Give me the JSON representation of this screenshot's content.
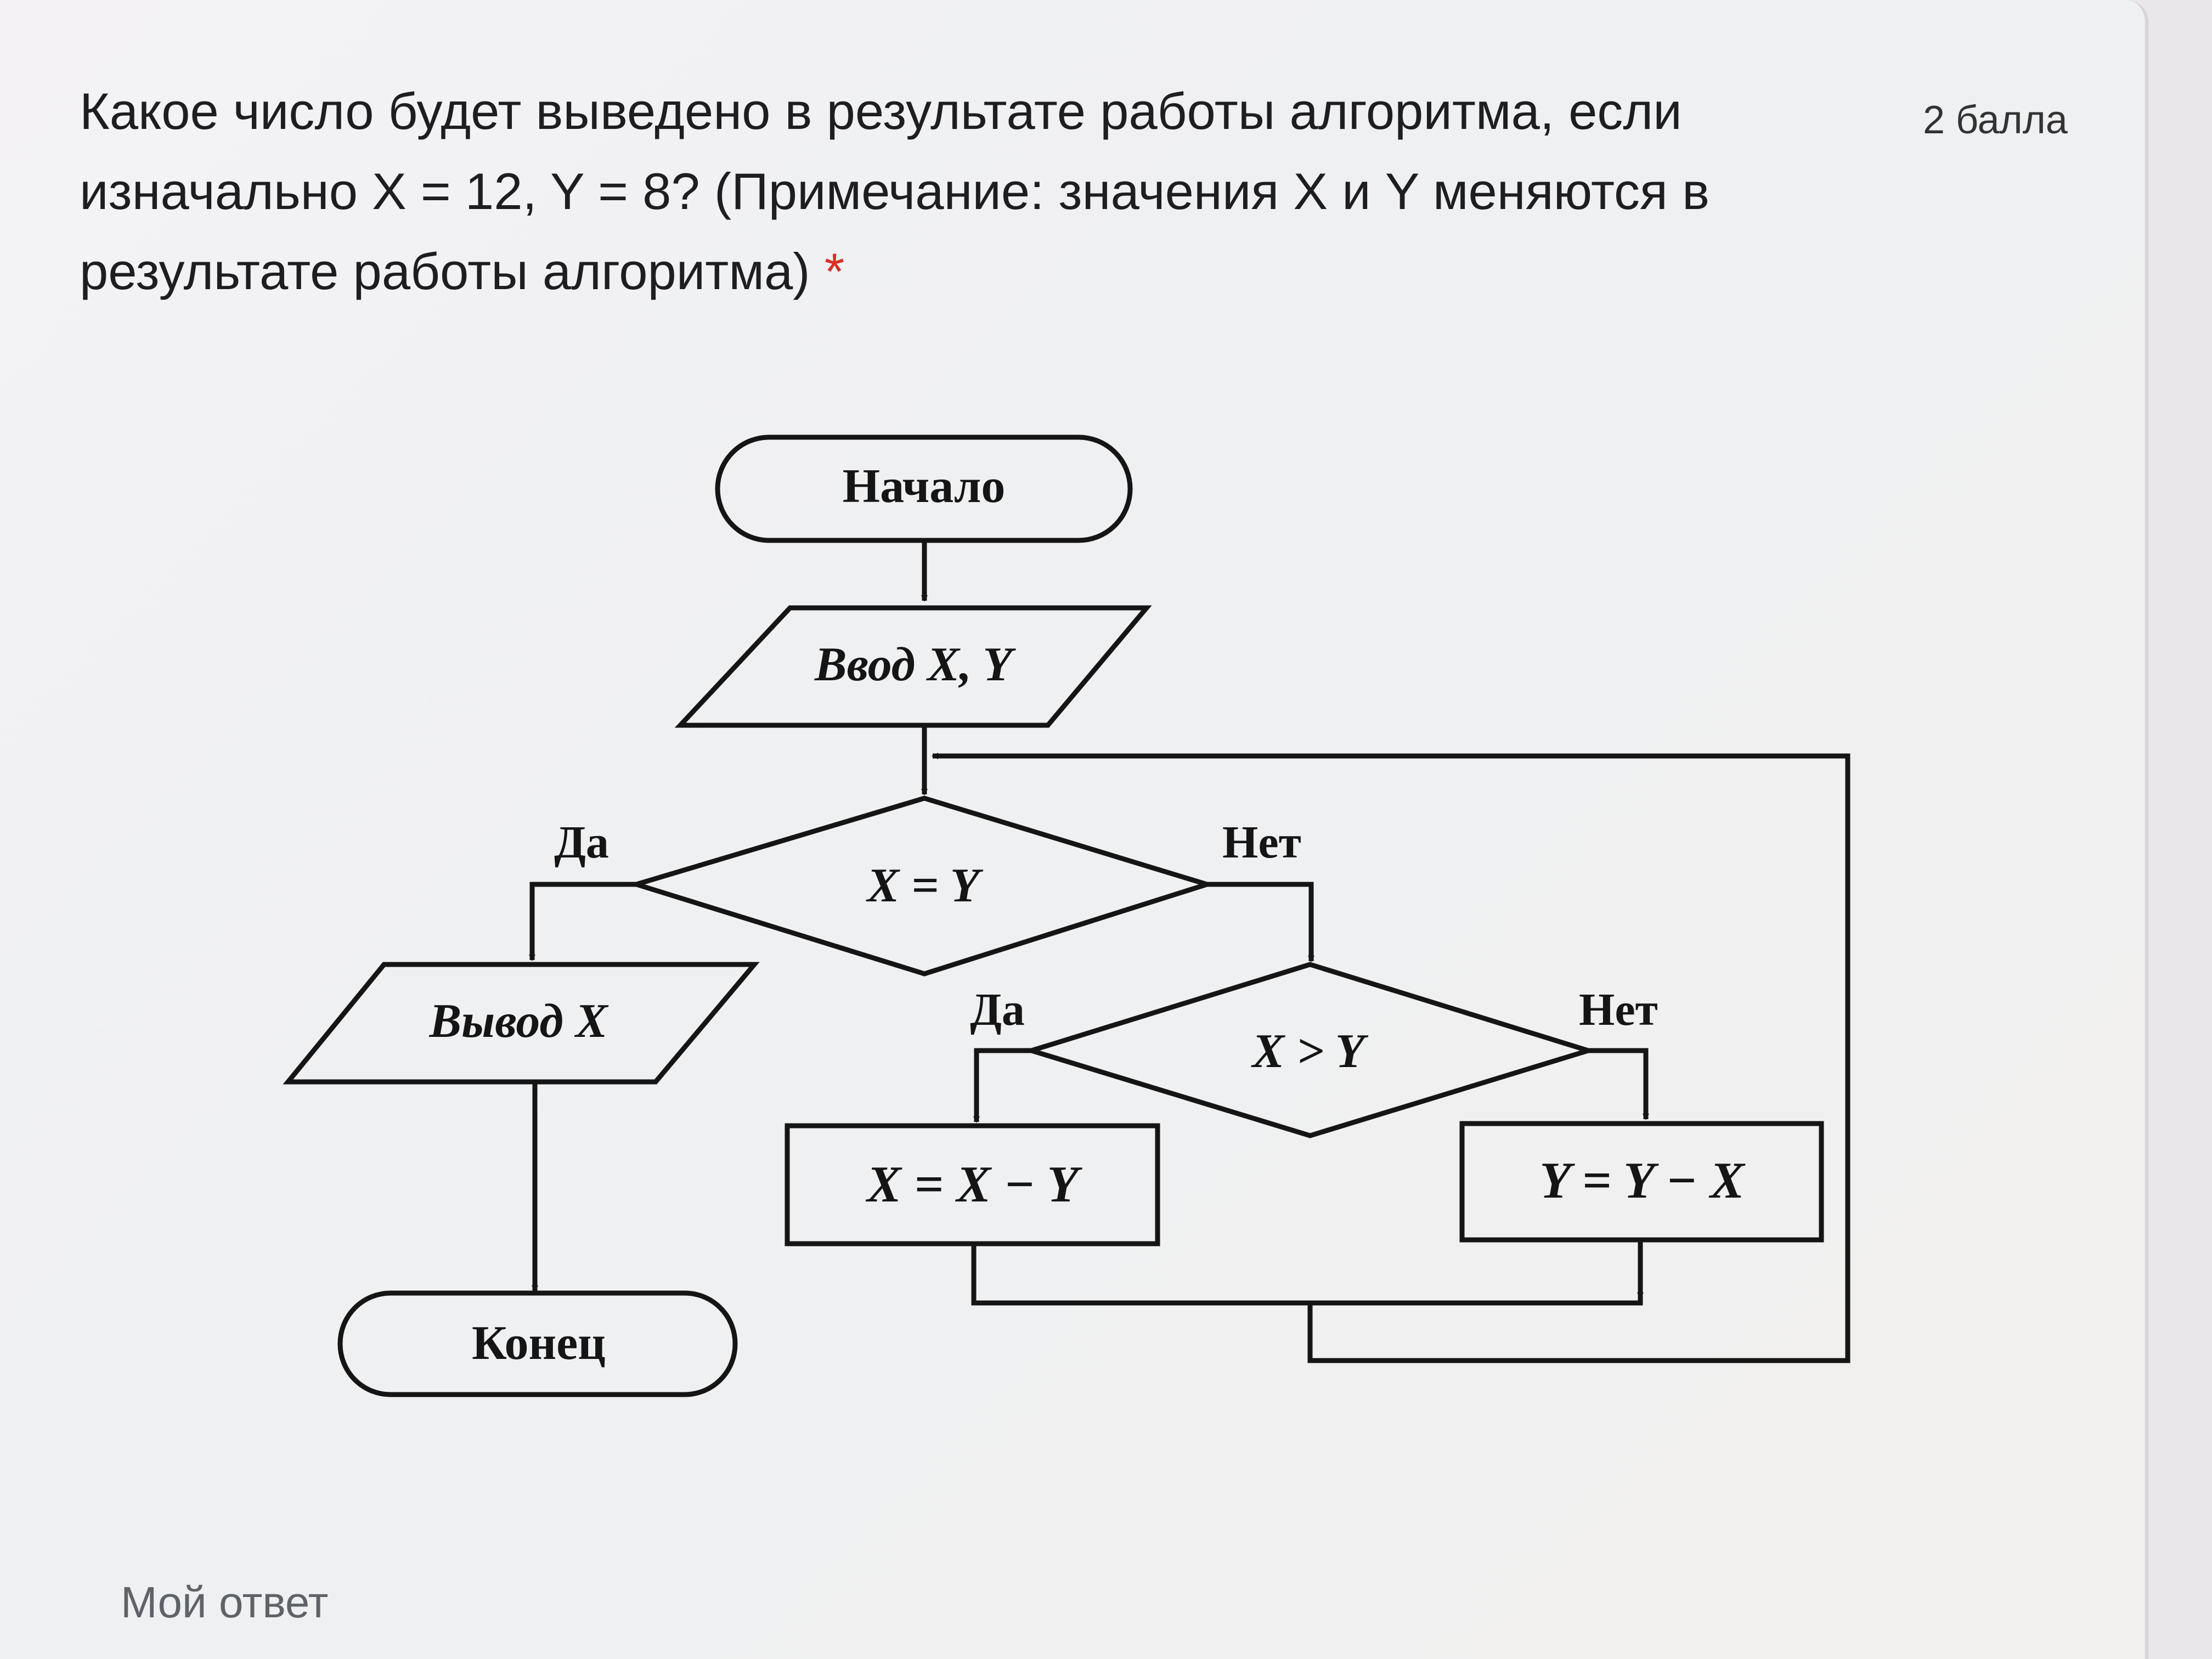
{
  "question": {
    "text": "Какое число будет выведено в результате работы алгоритма, если изначально X = 12, Y = 8? (Примечание: значения X и Y меняются в результате работы алгоритма)",
    "required_mark": "*",
    "points": "2 балла"
  },
  "flowchart": {
    "start": "Начало",
    "input": "Ввод X, Y",
    "condition1": "X = Y",
    "condition1_yes": "Да",
    "condition1_no": "Нет",
    "output": "Вывод X",
    "end": "Конец",
    "condition2": "X > Y",
    "condition2_yes": "Да",
    "condition2_no": "Нет",
    "action_yes": "X = X − Y",
    "action_no": "Y = Y − X"
  },
  "answer": {
    "label": "Мой ответ"
  }
}
